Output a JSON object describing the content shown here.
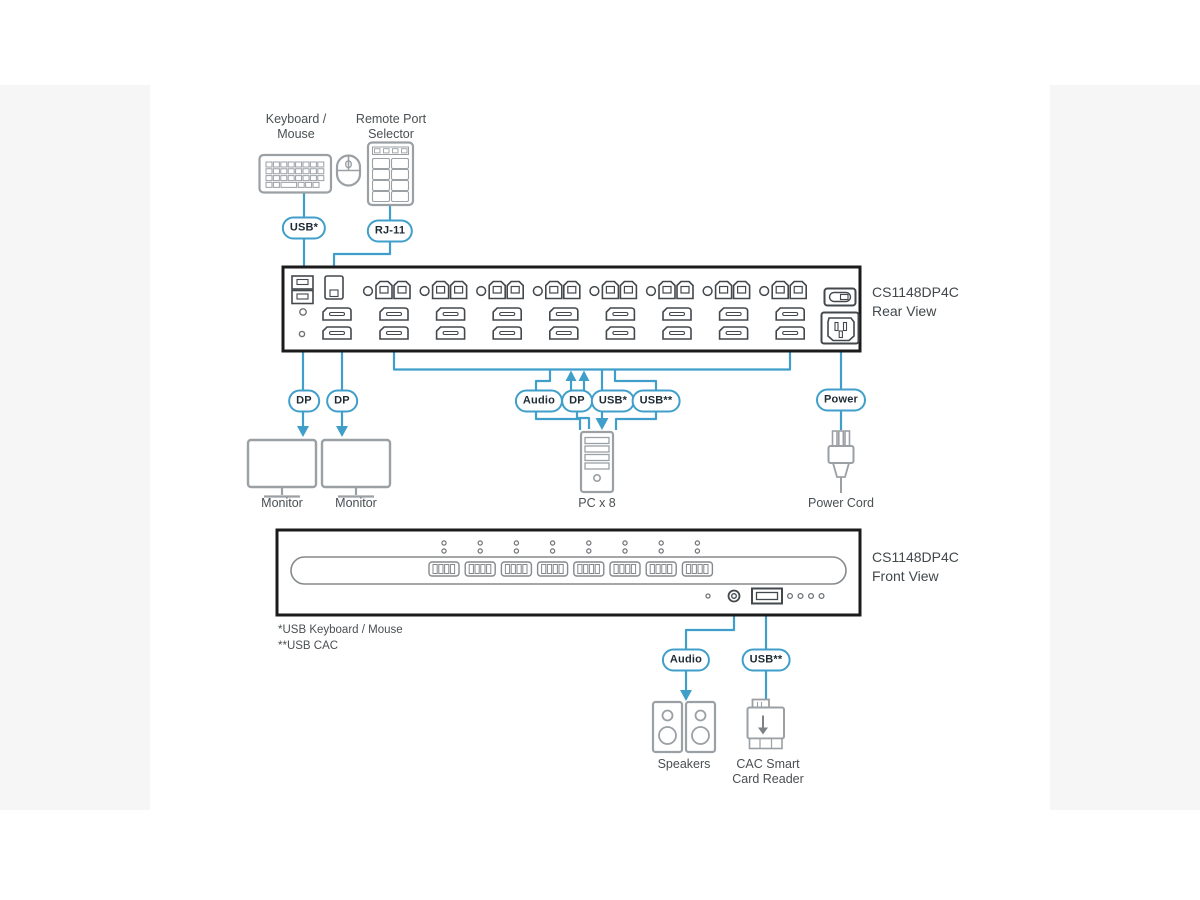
{
  "colors": {
    "wire_blue": "#3f9fca",
    "panel_border": "#1b1b1b",
    "icon_gray": "#9aa0a4",
    "port_dark": "#43484c",
    "pill_text": "#1d2b33",
    "label_text": "#4a4f52"
  },
  "peripherals": {
    "keyboard_mouse": {
      "line1": "Keyboard /",
      "line2": "Mouse"
    },
    "remote": {
      "line1": "Remote Port",
      "line2": "Selector"
    }
  },
  "pills": {
    "usb_keyboard_mouse": "USB*",
    "rj11": "RJ-11",
    "dp": "DP",
    "audio": "Audio",
    "usb_cac": "USB**",
    "power": "Power"
  },
  "rear_panel": {
    "model": "CS1148DP4C",
    "view": "Rear View"
  },
  "front_panel": {
    "model": "CS1148DP4C",
    "view": "Front View"
  },
  "devices": {
    "monitor1": "Monitor",
    "monitor2": "Monitor",
    "pc": "PC x 8",
    "power_cord": "Power Cord",
    "speakers": "Speakers",
    "cac_reader_line1": "CAC Smart",
    "cac_reader_line2": "Card Reader"
  },
  "footnotes": {
    "usb_note": "*USB Keyboard / Mouse",
    "cac_note": "**USB CAC"
  }
}
